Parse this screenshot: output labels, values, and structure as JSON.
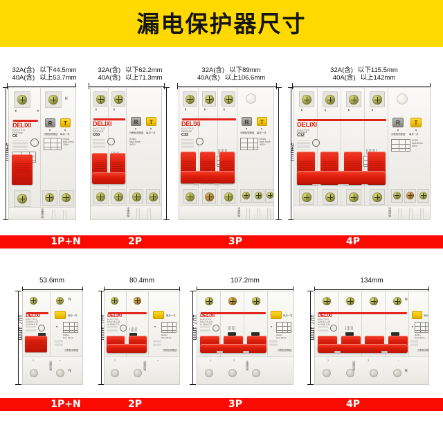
{
  "title": "漏电保护器尺寸",
  "colors": {
    "banner_yellow": "#FFD900",
    "band_red": "#FA0A00",
    "brand_red": "#d81d0f",
    "handle_red": "#e01d0c",
    "test_button_yellow": "#f5c400",
    "reset_button_gray": "#9b9993"
  },
  "brand": {
    "name": "DELIXI",
    "sub": "ELECTRIC"
  },
  "buttons": {
    "reset": "R",
    "test": "T",
    "reset_caption": "分断检测按钮",
    "test_caption": "每月一次"
  },
  "top_row": {
    "height_label": "94mm",
    "units": [
      {
        "pole_label": "1P+N",
        "poles": 1,
        "has_neutral": true,
        "dim_line1_prefix": "32A(含)",
        "dim_line1_value": "以下44.5mm",
        "dim_line2_prefix": "40A(含)",
        "dim_line2_value": "以上53.7mm",
        "model": "DZ47sLE",
        "rating": "C6",
        "spec_lines": [
          "230V~",
          "6000In",
          "6kA",
          "IEC61009-1"
        ]
      },
      {
        "pole_label": "2P",
        "poles": 2,
        "has_neutral": false,
        "dim_line1_prefix": "32A(含)",
        "dim_line1_value": "以下62.2mm",
        "dim_line2_prefix": "40A(含)",
        "dim_line2_value": "以上71.3mm",
        "model": "DZ47sLE",
        "rating": "C63",
        "spec_lines": [
          "400V~",
          "6000In",
          "6kA",
          "IEC61009-1"
        ]
      },
      {
        "pole_label": "3P",
        "poles": 3,
        "has_neutral": false,
        "dim_line1_prefix": "32A(含)",
        "dim_line1_value": "以下89mm",
        "dim_line2_prefix": "40A(含)",
        "dim_line2_value": "以上106.6mm",
        "model": "DZ47sLE",
        "rating": "C32",
        "spec_lines": [
          "400V~",
          "6000In",
          "6kA",
          "IEC61009-1"
        ]
      },
      {
        "pole_label": "4P",
        "poles": 4,
        "has_neutral": false,
        "dim_line1_prefix": "32A(含)",
        "dim_line1_value": "以下115.5mm",
        "dim_line2_prefix": "40A(含)",
        "dim_line2_value": "以上142mm",
        "model": "DZ47sLE",
        "rating": "C32",
        "spec_lines": [
          "400V~",
          "6000In",
          "6kA",
          "IEC61009-1"
        ]
      }
    ]
  },
  "bottom_row": {
    "height_label": "107.1mm",
    "units": [
      {
        "pole_label": "1P+N",
        "poles": 1,
        "has_neutral": true,
        "width_label": "53.6mm",
        "model": "DZ47LE-125",
        "rating": "In 100A  C-D",
        "neutral_mark": "N"
      },
      {
        "pole_label": "2P",
        "poles": 2,
        "has_neutral": false,
        "width_label": "80.4mm",
        "model": "DZ47LE-125",
        "rating": "In 100A  C-D",
        "neutral_mark": ""
      },
      {
        "pole_label": "3P",
        "poles": 3,
        "has_neutral": false,
        "width_label": "107.2mm",
        "model": "DZ47LE-125",
        "rating": "In 100A  C-D",
        "neutral_mark": ""
      },
      {
        "pole_label": "4P",
        "poles": 4,
        "has_neutral": true,
        "width_label": "134mm",
        "model": "DZ47LE-125",
        "rating": "In 100A  C-D",
        "neutral_mark": "N"
      }
    ]
  },
  "band_top_labels": [
    "1P+N",
    "2P",
    "3P",
    "4P"
  ],
  "band_bottom_labels": [
    "1P+N",
    "2P",
    "3P",
    "4P"
  ]
}
